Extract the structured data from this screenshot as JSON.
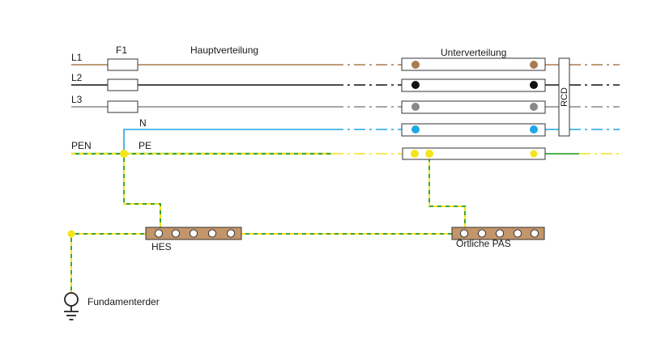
{
  "labels": {
    "l1": "L1",
    "l2": "L2",
    "l3": "L3",
    "n": "N",
    "pen": "PEN",
    "pe": "PE",
    "fuse": "F1",
    "main_distribution": "Hauptverteilung",
    "sub_distribution": "Unterverteilung",
    "rcd": "RCD",
    "hes": "HES",
    "local_pas": "Örtliche PAS",
    "earth_electrode": "Fundamenterder"
  },
  "colors": {
    "l1": "#a87b50",
    "l2": "#111111",
    "l3": "#888888",
    "n": "#1ea7e6",
    "pe_yellow": "#f3e41c",
    "pe_green": "#3aa63a",
    "busbar": "#c3956a",
    "outline": "#333333"
  },
  "icons": {
    "earth": "earth-ground-icon"
  }
}
